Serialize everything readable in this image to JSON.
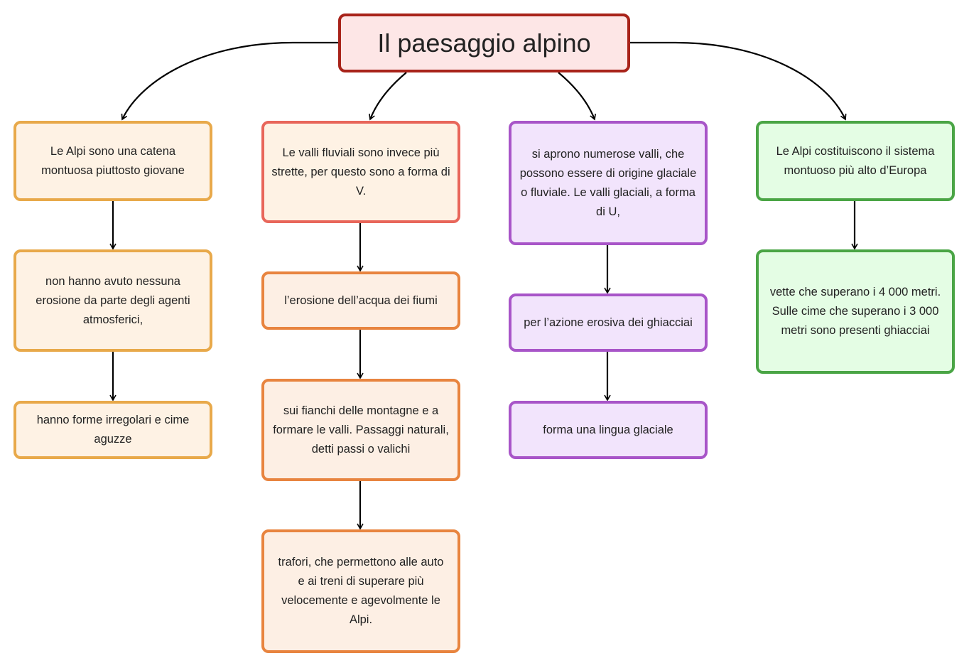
{
  "title": "Il paesaggio alpino",
  "columns": [
    {
      "color": "#e8a94a",
      "nodes": [
        "Le Alpi sono una catena montuosa piuttosto giovane",
        "non hanno avuto nessuna erosione da parte degli agenti atmosferici,",
        "hanno forme irregolari e cime aguzze"
      ]
    },
    {
      "color": "#e8843f",
      "nodes": [
        "Le valli fluviali sono invece più strette, per questo sono a forma di V.",
        "l’erosione dell’acqua dei fiumi",
        "sui fianchi delle montagne e a formare le valli. Passaggi naturali, detti passi o valichi",
        "trafori, che permettono alle auto e ai treni di superare più velocemente e agevolmente le Alpi."
      ]
    },
    {
      "color": "#a855c8",
      "nodes": [
        "si aprono numerose valli, che possono essere di origine glaciale o fluviale. Le valli glaciali, a forma di U,",
        "per l’azione erosiva dei ghiacciai",
        "forma una lingua glaciale"
      ]
    },
    {
      "color": "#4aa545",
      "nodes": [
        "Le Alpi costituiscono il sistema montuoso più alto d’Europa",
        "vette che superano i 4 000 metri. Sulle cime che superano i 3 000 metri sono presenti ghiacciai"
      ]
    }
  ]
}
